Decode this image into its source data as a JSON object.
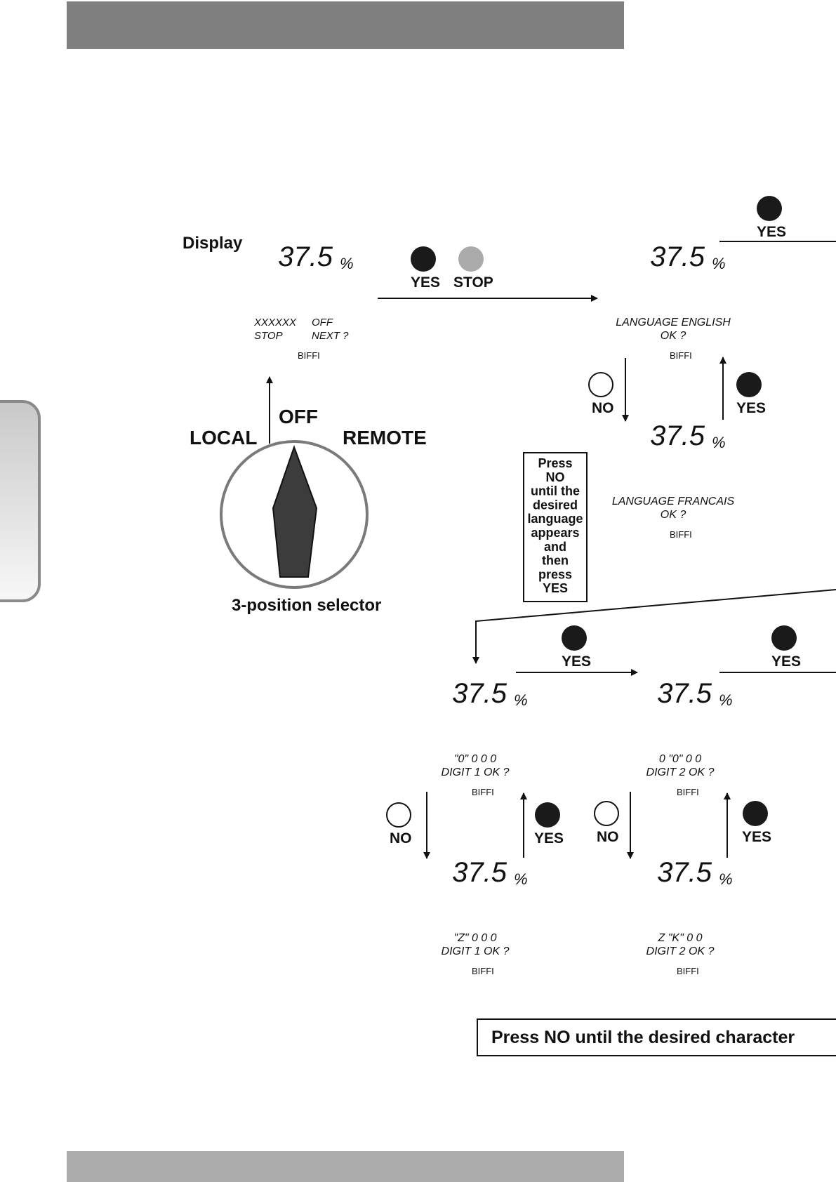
{
  "header": {
    "bar_color": "#7f7f7f"
  },
  "footer": {
    "bar_color": "#acacac"
  },
  "labels": {
    "display": "Display",
    "yes": "YES",
    "stop": "STOP",
    "no": "NO",
    "local": "LOCAL",
    "off": "OFF",
    "remote": "REMOTE",
    "selector": "3-position selector",
    "press_no_note": [
      "Press",
      "NO",
      "until the",
      "desired",
      "language",
      "appears",
      "and",
      "then",
      "press",
      "YES"
    ],
    "bottom_note": "Press NO until the desired character"
  },
  "button_colors": {
    "yes": "#1a1a1a",
    "stop": "#aaaaaa",
    "no": "#ffffff"
  },
  "displays": [
    {
      "value": "37.5",
      "unit": "%",
      "line1": [
        "XXXXXX",
        "OFF"
      ],
      "line2": [
        "STOP",
        "NEXT ?"
      ],
      "brand": "BIFFI"
    },
    {
      "value": "37.5",
      "unit": "%",
      "line1": "LANGUAGE ENGLISH",
      "line2": "OK ?",
      "brand": "BIFFI"
    },
    {
      "value": "37.5",
      "unit": "%",
      "line1": "LANGUAGE FRANCAIS",
      "line2": "OK ?",
      "brand": "BIFFI"
    },
    {
      "value": "37.5",
      "unit": "%",
      "line1": "\"0\" 0  0  0",
      "line2": "DIGIT 1 OK ?",
      "brand": "BIFFI"
    },
    {
      "value": "37.5",
      "unit": "%",
      "line1": "0 \"0\" 0  0",
      "line2": "DIGIT 2 OK ?",
      "brand": "BIFFI"
    },
    {
      "value": "37.5",
      "unit": "%",
      "line1": "\"Z\"  0  0  0",
      "line2": "DIGIT 1 OK ?",
      "brand": "BIFFI"
    },
    {
      "value": "37.5",
      "unit": "%",
      "line1": "Z \"K\" 0  0",
      "line2": "DIGIT 2 OK ?",
      "brand": "BIFFI"
    }
  ]
}
